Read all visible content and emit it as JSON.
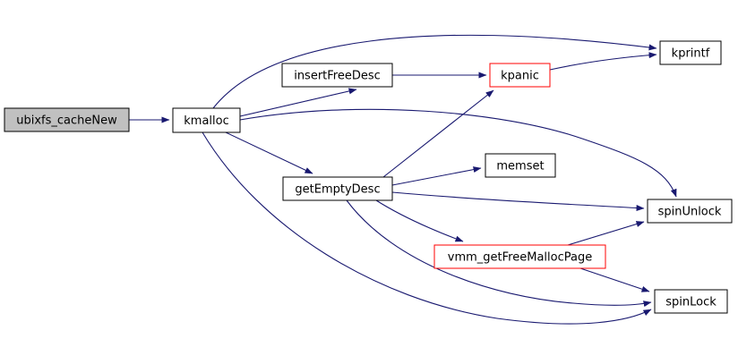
{
  "diagram": {
    "type": "call-graph",
    "description": "Doxygen-style function call graph rooted at ubixfs_cacheNew",
    "colors": {
      "background": "#ffffff",
      "edge": "#191970",
      "node_fill": "#ffffff",
      "node_border": "#000000",
      "root_node_fill": "#c0c0c0",
      "truncated_node_border": "#ff0000",
      "text": "#000000"
    },
    "nodes": [
      {
        "id": "ubixfs_cacheNew",
        "label": "ubixfs_cacheNew",
        "style": "highlighted"
      },
      {
        "id": "kmalloc",
        "label": "kmalloc",
        "style": "normal"
      },
      {
        "id": "insertFreeDesc",
        "label": "insertFreeDesc",
        "style": "normal"
      },
      {
        "id": "kpanic",
        "label": "kpanic",
        "style": "truncated"
      },
      {
        "id": "kprintf",
        "label": "kprintf",
        "style": "normal"
      },
      {
        "id": "getEmptyDesc",
        "label": "getEmptyDesc",
        "style": "normal"
      },
      {
        "id": "memset",
        "label": "memset",
        "style": "normal"
      },
      {
        "id": "spinUnlock",
        "label": "spinUnlock",
        "style": "normal"
      },
      {
        "id": "vmm_getFreeMallocPage",
        "label": "vmm_getFreeMallocPage",
        "style": "truncated"
      },
      {
        "id": "spinLock",
        "label": "spinLock",
        "style": "normal"
      }
    ],
    "edges": [
      {
        "from": "ubixfs_cacheNew",
        "to": "kmalloc"
      },
      {
        "from": "kmalloc",
        "to": "kprintf"
      },
      {
        "from": "kmalloc",
        "to": "insertFreeDesc"
      },
      {
        "from": "kmalloc",
        "to": "getEmptyDesc"
      },
      {
        "from": "kmalloc",
        "to": "spinUnlock"
      },
      {
        "from": "kmalloc",
        "to": "spinLock"
      },
      {
        "from": "insertFreeDesc",
        "to": "kpanic"
      },
      {
        "from": "kpanic",
        "to": "kprintf"
      },
      {
        "from": "getEmptyDesc",
        "to": "kpanic"
      },
      {
        "from": "getEmptyDesc",
        "to": "memset"
      },
      {
        "from": "getEmptyDesc",
        "to": "spinUnlock"
      },
      {
        "from": "getEmptyDesc",
        "to": "vmm_getFreeMallocPage"
      },
      {
        "from": "getEmptyDesc",
        "to": "spinLock"
      },
      {
        "from": "vmm_getFreeMallocPage",
        "to": "spinUnlock"
      },
      {
        "from": "vmm_getFreeMallocPage",
        "to": "spinLock"
      }
    ]
  }
}
